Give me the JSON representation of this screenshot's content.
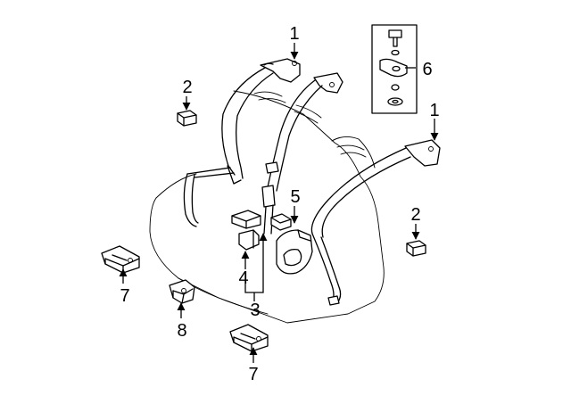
{
  "callouts": {
    "c1a": "1",
    "c1b": "1",
    "c2a": "2",
    "c2b": "2",
    "c3": "3",
    "c4": "4",
    "c5": "5",
    "c6": "6",
    "c7a": "7",
    "c7b": "7",
    "c8": "8"
  },
  "colors": {
    "line": "#000000",
    "background": "#ffffff"
  }
}
